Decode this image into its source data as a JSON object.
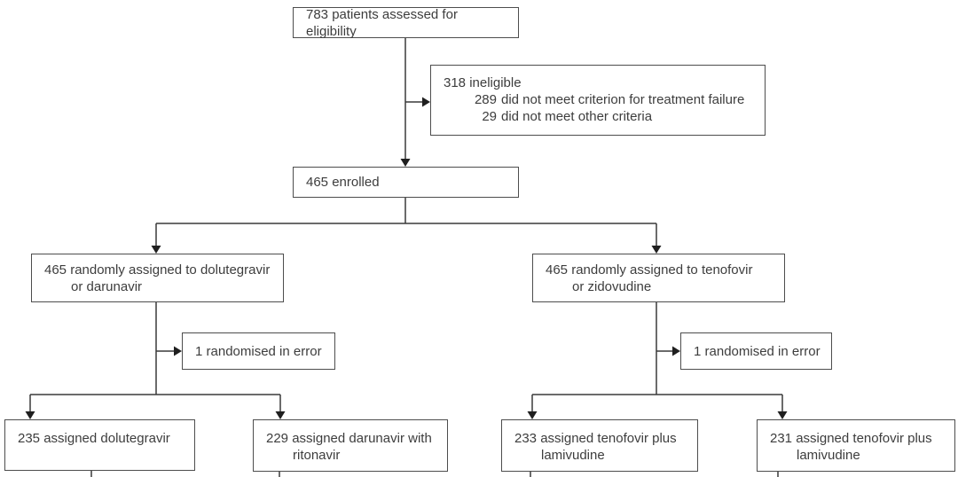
{
  "figure": {
    "type": "consort-flow-diagram",
    "colors": {
      "line": "#3a3a3a",
      "box_border": "#4d4d4d",
      "text": "#3d3d3d",
      "arrow_fill": "#1f1f1f",
      "background": "#ffffff"
    },
    "boxes": {
      "assessed": {
        "text": "783 patients assessed for eligibility"
      },
      "ineligible": {
        "heading": "318 ineligible",
        "reasons": [
          {
            "n": "289",
            "label": "did not meet criterion for treatment failure"
          },
          {
            "n": "29",
            "label": "did not meet other criteria"
          }
        ]
      },
      "enrolled": {
        "text": "465 enrolled"
      },
      "randomised_left": {
        "line1": "465 randomly assigned to dolutegravir",
        "line2": "or darunavir"
      },
      "randomised_right": {
        "line1": "465 randomly assigned to tenofovir",
        "line2": "or zidovudine"
      },
      "error_left": {
        "text": "1 randomised in error"
      },
      "error_right": {
        "text": "1 randomised in error"
      },
      "arm1": {
        "line1": "235 assigned dolutegravir"
      },
      "arm2": {
        "line1": "229 assigned darunavir with",
        "line2": "ritonavir"
      },
      "arm3": {
        "line1": "233 assigned tenofovir plus",
        "line2": "lamivudine"
      },
      "arm4": {
        "line1": "231 assigned tenofovir plus",
        "line2": "lamivudine"
      }
    }
  }
}
